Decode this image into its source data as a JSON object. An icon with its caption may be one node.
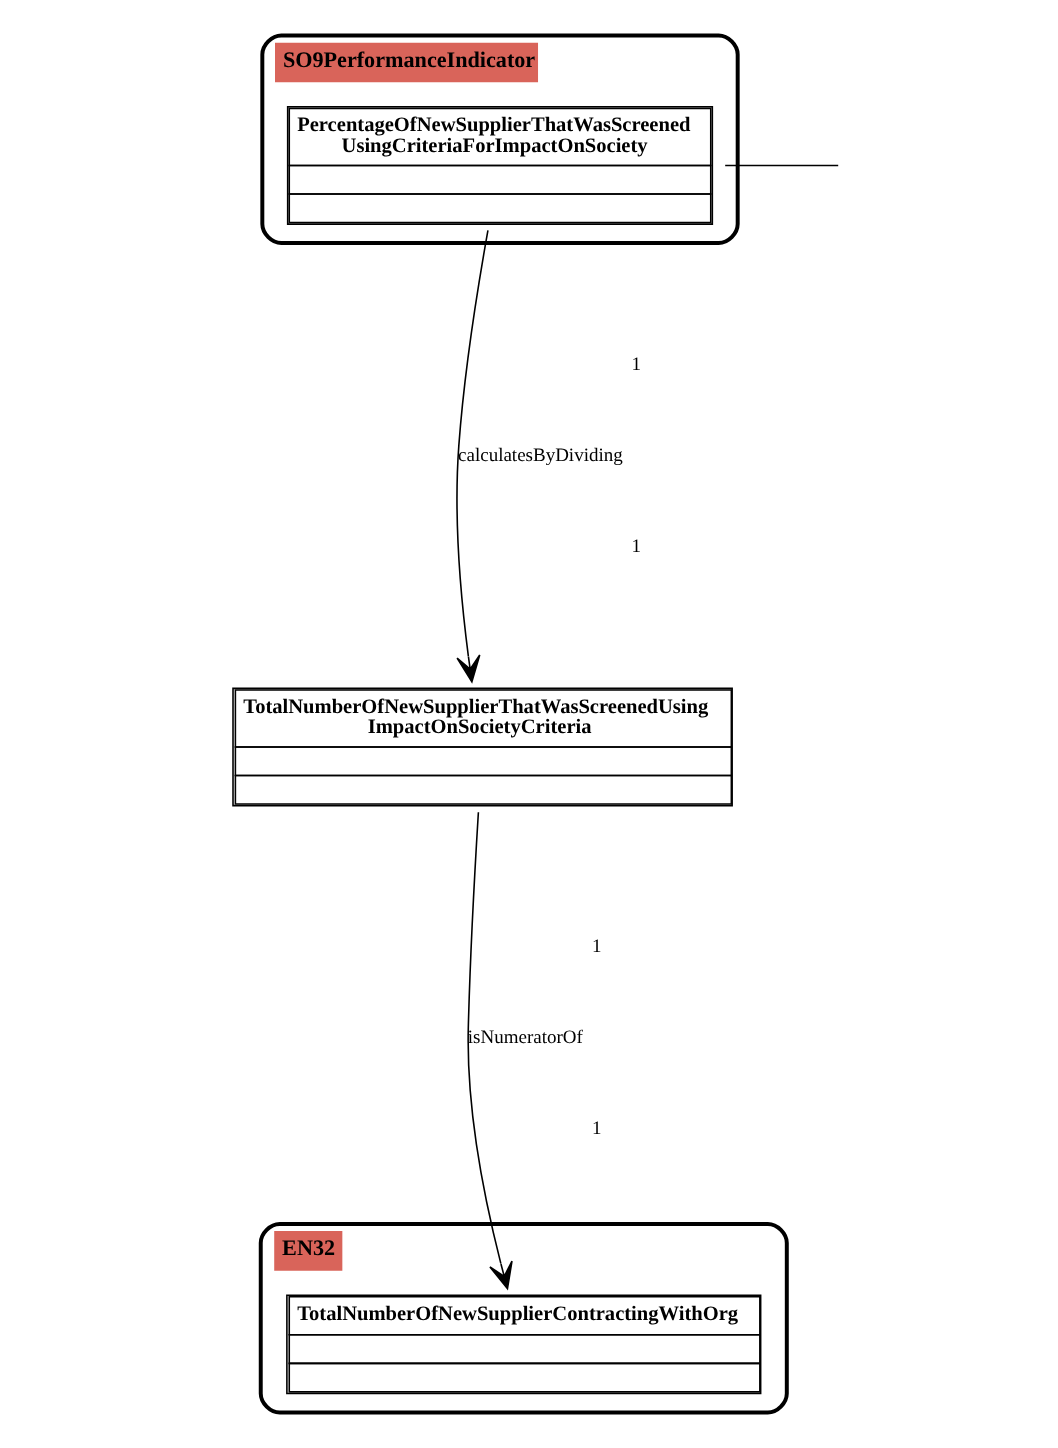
{
  "diagram": {
    "nodes": [
      {
        "text": [
          "SO9PerformanceIndicator"
        ]
      },
      {
        "text": [
          "PercentageOfNewSupplierThatWasScreened UsingCriteriaForImpactOnSociety"
        ],
        "in": 0
      },
      {
        "text": [
          "TotalNumberOfNewSupplierThatWasScreenedUsing ImpactOnSocietyCriteria"
        ]
      },
      {
        "text": [
          "EN32"
        ]
      },
      {
        "text": [
          "TotalNumberOfNewSupplierContractingWithOrg"
        ],
        "in": 3
      }
    ],
    "edges": [
      {
        "from": null,
        "to": 1,
        "arrow": "none"
      },
      {
        "from": 1,
        "to": 2,
        "arrow": "to",
        "label": "calculatesByDividing"
      },
      {
        "from": 2,
        "to": 4,
        "arrow": "to",
        "label": "isNumeratorOf"
      }
    ],
    "labels": [
      "1",
      "1",
      "1",
      "1"
    ]
  }
}
